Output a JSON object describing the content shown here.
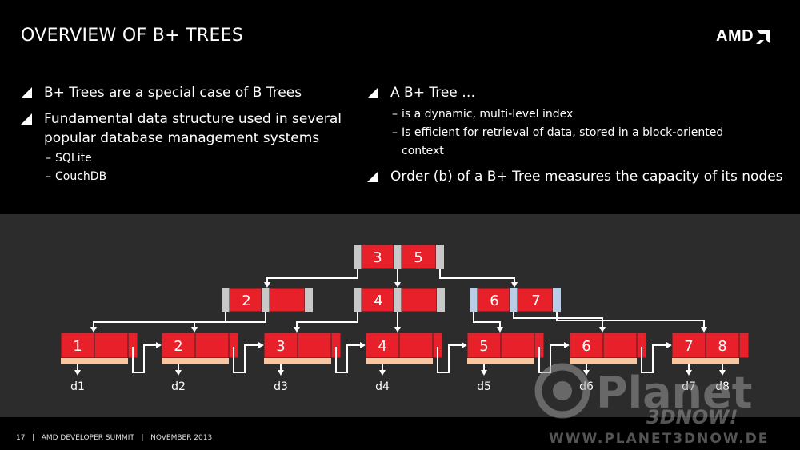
{
  "slide": {
    "title": "OVERVIEW OF B+ TREES",
    "logo_text": "AMD",
    "left_bullets": [
      {
        "text": "B+ Trees are a special case of B Trees",
        "subs": []
      },
      {
        "text": "Fundamental data structure used in several popular database management systems",
        "subs": [
          "SQLite",
          "CouchDB"
        ]
      }
    ],
    "right_bullets": [
      {
        "text": "A B+ Tree …",
        "subs": [
          "is a dynamic, multi-level index",
          "Is efficient for retrieval of data, stored in a block-oriented context"
        ]
      },
      {
        "text": "Order (b) of a B+ Tree measures the capacity of its nodes",
        "subs": []
      }
    ],
    "footer": {
      "page": "17",
      "event": "AMD DEVELOPER SUMMIT",
      "date": "NOVEMBER 2013",
      "separator": "|"
    },
    "watermark": {
      "brand": "Planet",
      "sub": "3DNOW!",
      "url": "WWW.PLANET3DNOW.DE"
    }
  },
  "tree": {
    "colors": {
      "key": "#e8202a",
      "gray": "#c8c8c8",
      "blue": "#b9cde6",
      "data_bar": "#f7c7a4",
      "line": "#ffffff",
      "bg": "#2c2c2c"
    },
    "root": {
      "keys": [
        "3",
        "5"
      ]
    },
    "inner": [
      {
        "keys": [
          "2"
        ],
        "style": "gray"
      },
      {
        "keys": [
          "4"
        ],
        "style": "gray"
      },
      {
        "keys": [
          "6",
          "7"
        ],
        "style": "blue"
      }
    ],
    "leaves": [
      {
        "keys": [
          "1"
        ],
        "data": [
          "d1"
        ]
      },
      {
        "keys": [
          "2"
        ],
        "data": [
          "d2"
        ]
      },
      {
        "keys": [
          "3"
        ],
        "data": [
          "d3"
        ]
      },
      {
        "keys": [
          "4"
        ],
        "data": [
          "d4"
        ]
      },
      {
        "keys": [
          "5"
        ],
        "data": [
          "d5"
        ]
      },
      {
        "keys": [
          "6"
        ],
        "data": [
          "d6"
        ]
      },
      {
        "keys": [
          "7",
          "8"
        ],
        "data": [
          "d7",
          "d8"
        ]
      }
    ]
  }
}
